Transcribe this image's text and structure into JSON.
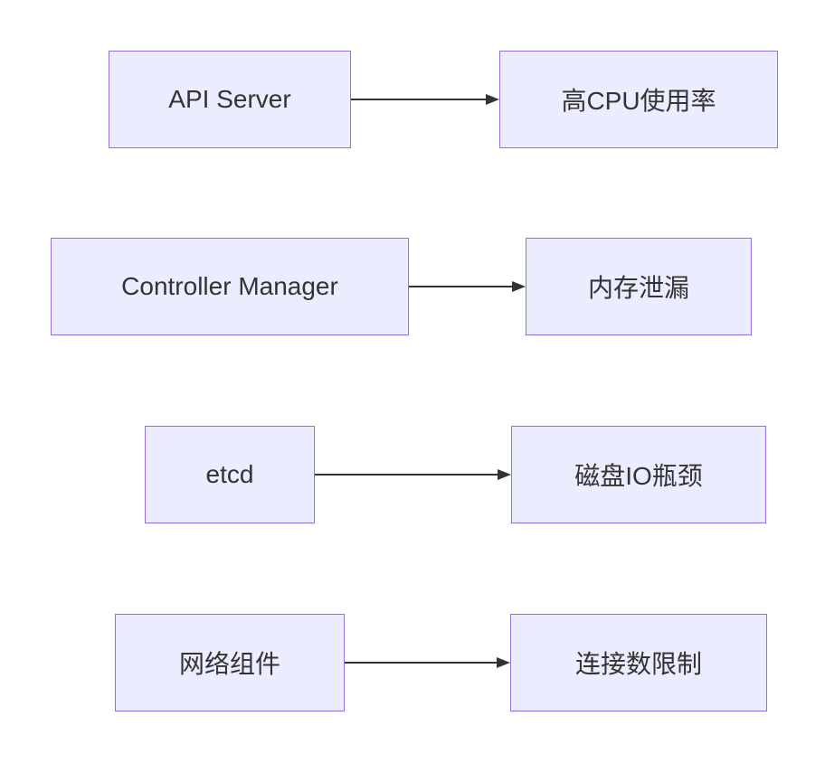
{
  "diagram": {
    "type": "flowchart-left-to-right",
    "colors": {
      "background": "#ffffff",
      "node_fill": "#ECECFF",
      "node_border": "#9370DB",
      "arrow_color": "#333333",
      "text_color": "#333333"
    },
    "rows": [
      {
        "source": "API Server",
        "target": "高CPU使用率"
      },
      {
        "source": "Controller Manager",
        "target": "内存泄漏"
      },
      {
        "source": "etcd",
        "target": "磁盘IO瓶颈"
      },
      {
        "source": "网络组件",
        "target": "连接数限制"
      }
    ]
  }
}
